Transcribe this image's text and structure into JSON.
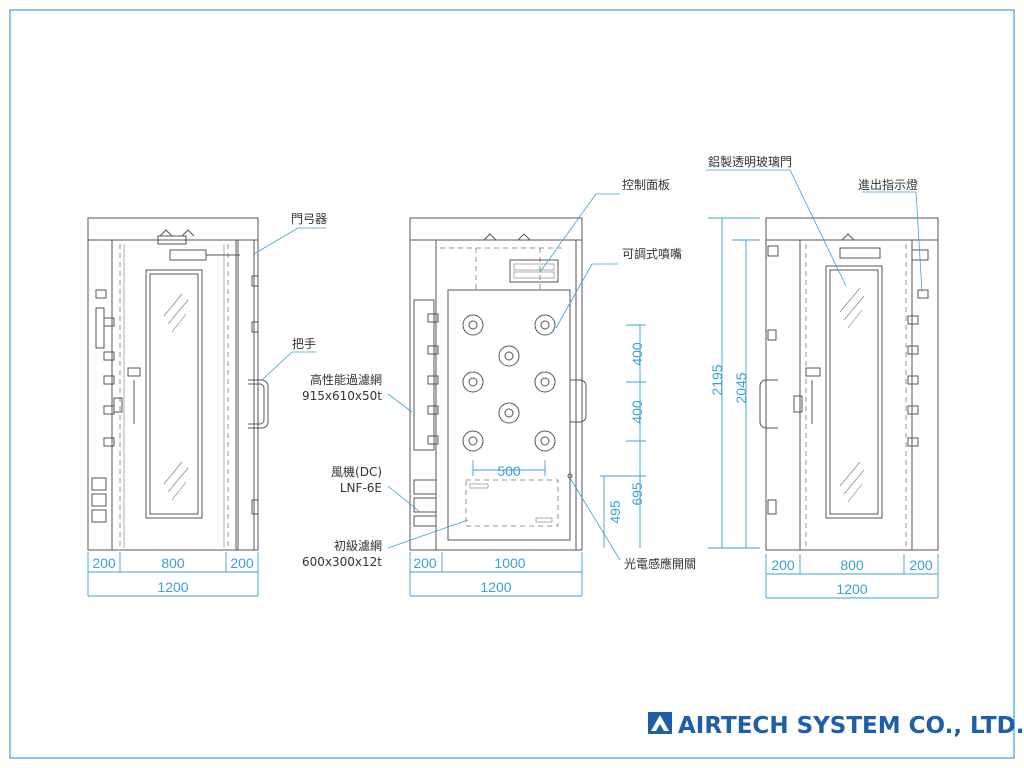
{
  "colors": {
    "border": "#3aa0d8",
    "dimension": "#3aa0d8",
    "line": "#555555",
    "brand": "#1d5fa8"
  },
  "labels": {
    "door_closer": "門弓器",
    "handle": "把手",
    "hepa_filter": "高性能過濾網",
    "hepa_size": "915x610x50t",
    "fan": "風機(DC)",
    "fan_model": "LNF-6E",
    "pre_filter": "初級濾網",
    "pre_filter_size": "600x300x12t",
    "control_panel": "控制面板",
    "nozzle": "可調式噴嘴",
    "photo_switch": "光電感應開關",
    "glass_door": "鋁製透明玻璃門",
    "indicator": "進出指示燈"
  },
  "dimensions": {
    "left": {
      "side_a": "200",
      "middle": "800",
      "side_b": "200",
      "total": "1200"
    },
    "center": {
      "side": "200",
      "middle": "1000",
      "total": "1200",
      "nozzle_pitch": "500",
      "gap_1": "400",
      "gap_2": "400",
      "h_695": "695",
      "h_495": "495"
    },
    "right": {
      "side_a": "200",
      "middle": "800",
      "side_b": "200",
      "total": "1200",
      "height_outer": "2195",
      "height_inner": "2045"
    }
  },
  "brand": {
    "name": "AIRTECH SYSTEM CO., LTD.",
    "logo_icon": "airtech-logo-icon"
  }
}
